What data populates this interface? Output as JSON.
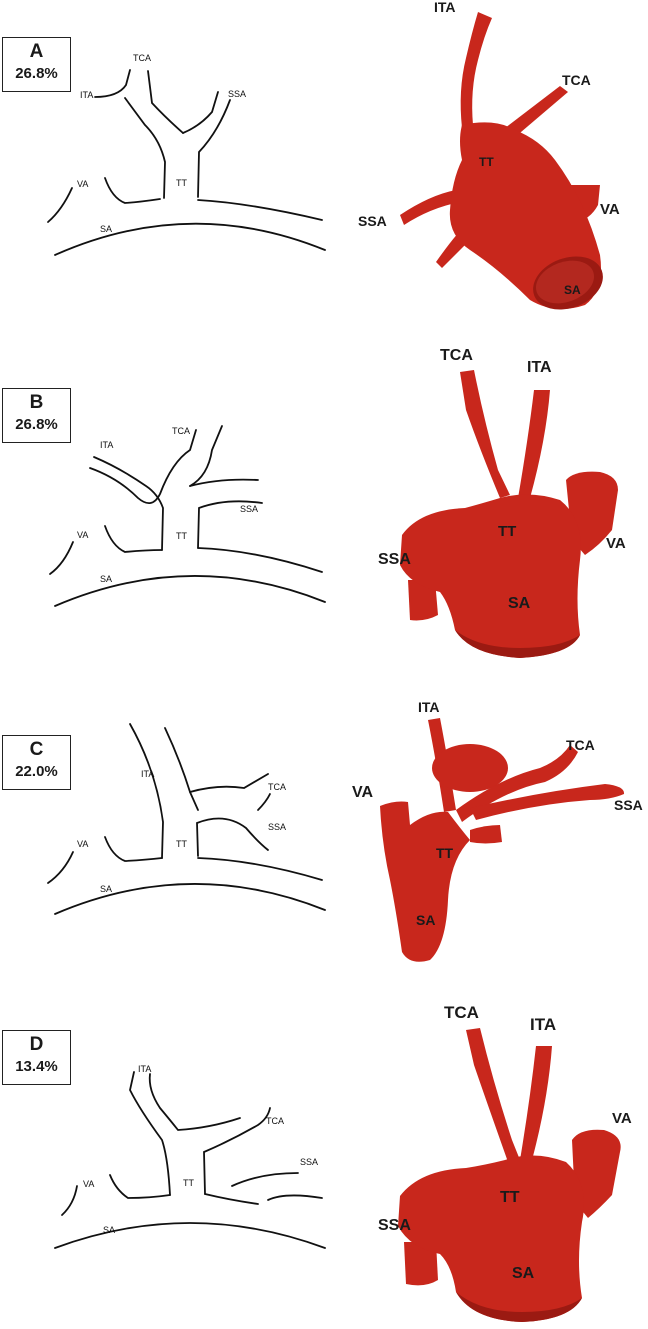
{
  "panels": [
    {
      "id": "A",
      "letter": "A",
      "percent": "26.8%",
      "sketch": {
        "TCA": "TCA",
        "ITA": "ITA",
        "SSA": "SSA",
        "TT": "TT",
        "VA": "VA",
        "SA": "SA"
      },
      "model": {
        "ITA": "ITA",
        "TCA": "TCA",
        "TT": "TT",
        "SSA": "SSA",
        "VA": "VA",
        "SA": "SA"
      }
    },
    {
      "id": "B",
      "letter": "B",
      "percent": "26.8%",
      "sketch": {
        "TCA": "TCA",
        "ITA": "ITA",
        "SSA": "SSA",
        "TT": "TT",
        "VA": "VA",
        "SA": "SA"
      },
      "model": {
        "TCA": "TCA",
        "ITA": "ITA",
        "TT": "TT",
        "SSA": "SSA",
        "VA": "VA",
        "SA": "SA"
      }
    },
    {
      "id": "C",
      "letter": "C",
      "percent": "22.0%",
      "sketch": {
        "ITA": "ITA",
        "TCA": "TCA",
        "SSA": "SSA",
        "TT": "TT",
        "VA": "VA",
        "SA": "SA"
      },
      "model": {
        "ITA": "ITA",
        "TCA": "TCA",
        "SSA": "SSA",
        "VA": "VA",
        "TT": "TT",
        "SA": "SA"
      }
    },
    {
      "id": "D",
      "letter": "D",
      "percent": "13.4%",
      "sketch": {
        "ITA": "ITA",
        "TCA": "TCA",
        "SSA": "SSA",
        "TT": "TT",
        "VA": "VA",
        "SA": "SA"
      },
      "model": {
        "TCA": "TCA",
        "ITA": "ITA",
        "VA": "VA",
        "TT": "TT",
        "SSA": "SSA",
        "SA": "SA"
      }
    }
  ],
  "colors": {
    "vessel": "#c8271c",
    "vessel_dark": "#9b1a12",
    "outline": "#111111"
  }
}
